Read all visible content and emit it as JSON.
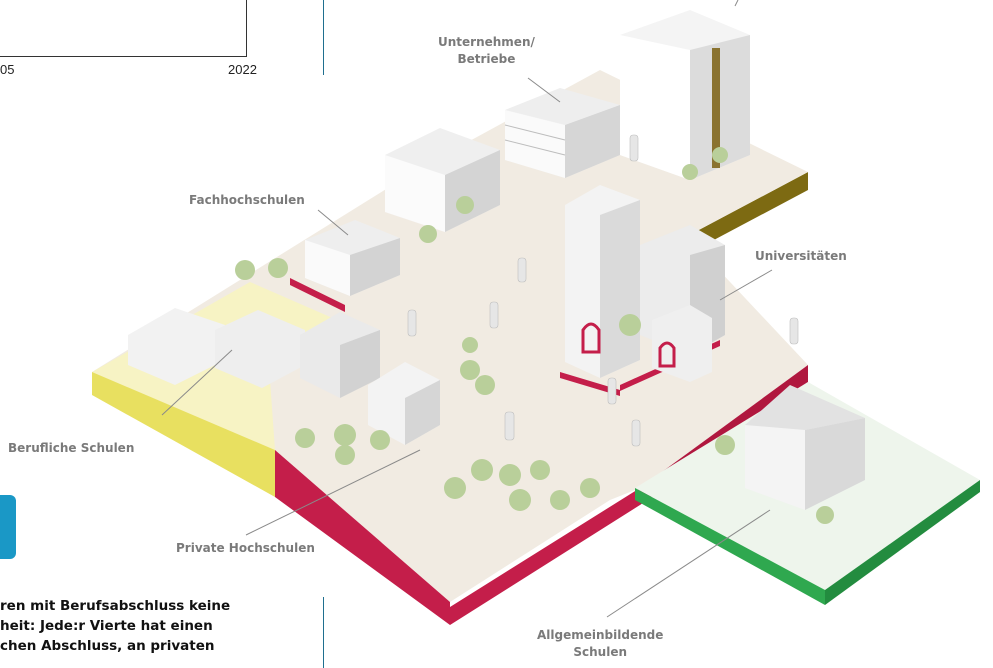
{
  "chart_fragment": {
    "tick_left": "05",
    "tick_right": "2022"
  },
  "labels": {
    "unternehmen_line1": "Unternehmen/",
    "unternehmen_line2": "Betriebe",
    "fachhochschulen": "Fachhochschulen",
    "universitaeten": "Universitäten",
    "berufliche_schulen": "Berufliche Schulen",
    "private_hochschulen": "Private Hochschulen",
    "allgemein_line1": "Allgemeinbildende",
    "allgemein_line2": "Schulen"
  },
  "caption": {
    "line1": "ren mit Berufsabschluss keine",
    "line2": "heit: Jede:r Vierte hat einen",
    "line3": "chen Abschluss, an privaten"
  },
  "colors": {
    "accent_blue": "#1a98c6",
    "red_platform": "#c41e4a",
    "yellow_platform": "#e8e060",
    "green_platform": "#2fa84f",
    "olive_platform": "#7d6a12"
  }
}
